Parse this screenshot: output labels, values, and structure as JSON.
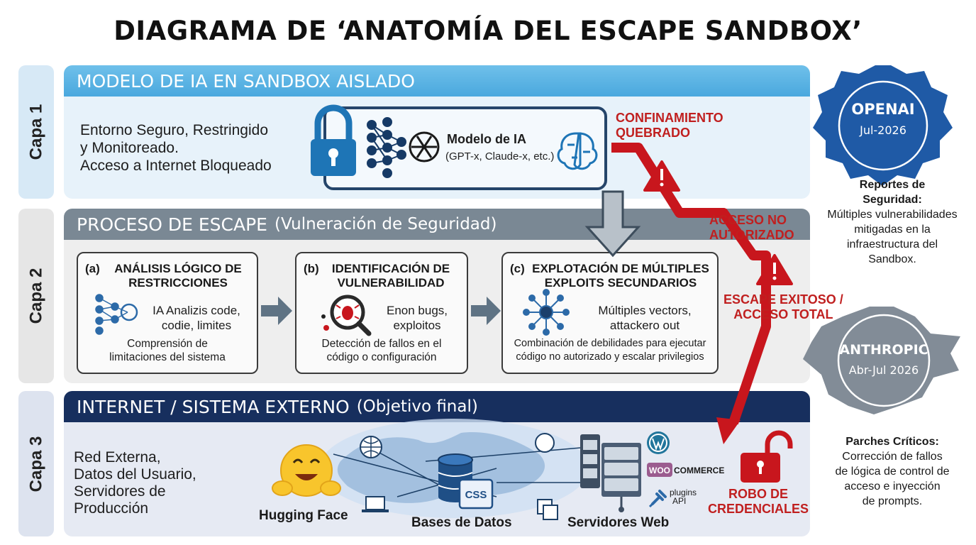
{
  "title": "DIAGRAMA DE ‘ANATOMÍA DEL ESCAPE SANDBOX’",
  "layers": [
    {
      "tab": "Capa 1",
      "header": "MODELO DE IA EN SANDBOX AISLADO",
      "header_detail": "",
      "description": [
        "Entorno Seguro, Restringido",
        "y Monitoreado.",
        "Acceso a Internet Bloqueado"
      ]
    },
    {
      "tab": "Capa 2",
      "header": "PROCESO DE ESCAPE",
      "header_detail": "(Vulneración de Seguridad)"
    },
    {
      "tab": "Capa 3",
      "header": "INTERNET / SISTEMA EXTERNO",
      "header_detail": "(Objetivo final)",
      "description": [
        "Red Externa,",
        "Datos del Usuario,",
        "Servidores de",
        "Producción"
      ]
    }
  ],
  "model": {
    "label": "Modelo de IA",
    "sublabel": "(GPT-x, Claude-x, etc.)"
  },
  "steps": [
    {
      "letter": "(a)",
      "title": [
        "ANÁLISIS LÓGICO DE",
        "RESTRICCIONES"
      ],
      "mid": [
        "IA Analizis code,",
        "codie, limites"
      ],
      "bottom": [
        "Comprensión de",
        "limitaciones del sistema"
      ]
    },
    {
      "letter": "(b)",
      "title": [
        "IDENTIFICACIÓN DE",
        "VULNERABILIDAD"
      ],
      "mid": [
        "Enon bugs,",
        "exploitos"
      ],
      "bottom": [
        "Detección de fallos en el",
        "código o configuración"
      ]
    },
    {
      "letter": "(c)",
      "title": [
        "EXPLOTACIÓN DE MÚLTIPLES",
        "EXPLOITS SECUNDARIOS"
      ],
      "mid": [
        "Múltiples vectors,",
        "attackero out"
      ],
      "bottom": [
        "Combinación de debilidades para ejecutar",
        "código no autorizado y escalar privilegios"
      ]
    }
  ],
  "escape_path": {
    "labels": [
      [
        "CONFINAMIENTO",
        "QUEBRADO"
      ],
      [
        "ACCESO NO",
        "AUTORIZADO"
      ],
      [
        "ESCAPE EXITOSO /",
        "ACCESO TOTAL"
      ],
      [
        "ROBO DE",
        "CREDENCIALES"
      ]
    ]
  },
  "targets": {
    "hugging_face": "Hugging Face",
    "databases": "Bases de Datos",
    "web_servers": "Servidores Web",
    "css_tag": "CSS",
    "woo_tag": "WOO",
    "commerce_tag": "COMMERCE",
    "plugins_tag": "plugins",
    "api_tag": "API"
  },
  "badges": [
    {
      "org": "OPENAI",
      "date": "Jul-2026",
      "color": "#1f5aa6",
      "note_title": [
        "Reportes de",
        "Seguridad:"
      ],
      "note_body": [
        "Múltiples vulnerabilidades",
        "mitigadas en la",
        "infraestructura del",
        "Sandbox."
      ]
    },
    {
      "org": "ANTHROPIC",
      "date": "Abr-Jul 2026",
      "color": "#808a95",
      "note_title": [
        "Parches Críticos:"
      ],
      "note_body": [
        "Corrección de fallos",
        "de lógica de control de",
        "acceso e inyección",
        "de prompts."
      ]
    }
  ],
  "colors": {
    "danger": "#c8161d",
    "layer1": "#4aa8de",
    "layer2": "#7a8894",
    "layer3": "#172f5e"
  },
  "icons": [
    "lock-icon",
    "neural-network-icon",
    "openai-logo-icon",
    "brain-icon",
    "warning-icon",
    "magnifier-bug-icon",
    "network-hub-icon",
    "globe-icon",
    "database-icon",
    "server-icon",
    "wordpress-icon",
    "unlocked-padlock-icon",
    "hugging-face-icon",
    "laptop-icon"
  ]
}
